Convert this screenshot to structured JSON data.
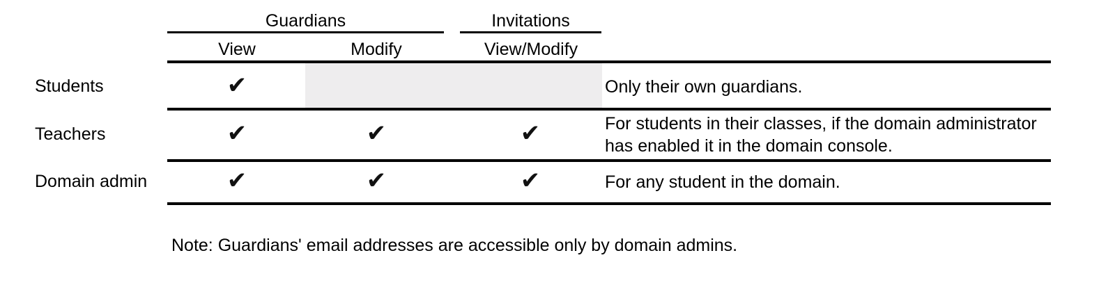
{
  "table": {
    "spanners": [
      {
        "label": "Guardians"
      },
      {
        "label": "Invitations"
      }
    ],
    "columns": [
      {
        "key": "row_label",
        "label": ""
      },
      {
        "key": "guardians_view",
        "label": "View"
      },
      {
        "key": "guardians_modify",
        "label": "Modify"
      },
      {
        "key": "invitations_view_modify",
        "label": "View/Modify"
      },
      {
        "key": "notes",
        "label": ""
      }
    ],
    "check_glyph": "✔",
    "rows": [
      {
        "label": "Students",
        "guardians_view": true,
        "guardians_modify": false,
        "invitations_view_modify": false,
        "shaded": true,
        "notes": "Only their own guardians."
      },
      {
        "label": "Teachers",
        "guardians_view": true,
        "guardians_modify": true,
        "invitations_view_modify": true,
        "shaded": false,
        "notes": "For students in their classes, if the domain administrator has enabled it in the domain console."
      },
      {
        "label": "Domain admin",
        "guardians_view": true,
        "guardians_modify": true,
        "invitations_view_modify": true,
        "shaded": false,
        "notes": "For any student in the domain."
      }
    ],
    "footnote": "Note: Guardians' email addresses are accessible only by domain admins."
  },
  "colors": {
    "background": "#ffffff",
    "text": "#000000",
    "rule": "#000000",
    "shaded_cell": "#eeedee",
    "check": "#111111"
  }
}
